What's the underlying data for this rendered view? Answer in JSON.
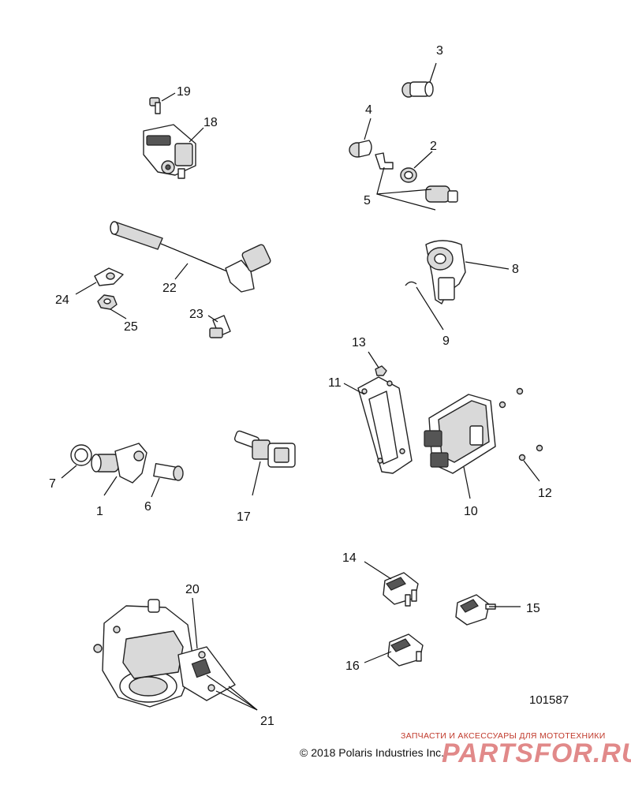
{
  "diagram": {
    "diagram_number": "101587",
    "copyright": "© 2018 Polaris Industries Inc.",
    "watermark_top": "ЗАПЧАСТИ И АКСЕССУАРЫ ДЛЯ МОТОТЕХНИКИ",
    "watermark_main": "PARTSFOR.RU",
    "callouts": [
      {
        "id": "c1",
        "label": "1"
      },
      {
        "id": "c2",
        "label": "2"
      },
      {
        "id": "c3",
        "label": "3"
      },
      {
        "id": "c4",
        "label": "4"
      },
      {
        "id": "c5",
        "label": "5"
      },
      {
        "id": "c6",
        "label": "6"
      },
      {
        "id": "c7",
        "label": "7"
      },
      {
        "id": "c8",
        "label": "8"
      },
      {
        "id": "c9",
        "label": "9"
      },
      {
        "id": "c10",
        "label": "10"
      },
      {
        "id": "c11",
        "label": "11"
      },
      {
        "id": "c12",
        "label": "12"
      },
      {
        "id": "c13",
        "label": "13"
      },
      {
        "id": "c14",
        "label": "14"
      },
      {
        "id": "c15",
        "label": "15"
      },
      {
        "id": "c16",
        "label": "16"
      },
      {
        "id": "c17",
        "label": "17"
      },
      {
        "id": "c18",
        "label": "18"
      },
      {
        "id": "c19",
        "label": "19"
      },
      {
        "id": "c20",
        "label": "20"
      },
      {
        "id": "c21",
        "label": "21"
      },
      {
        "id": "c22",
        "label": "22"
      },
      {
        "id": "c23",
        "label": "23"
      },
      {
        "id": "c24",
        "label": "24"
      },
      {
        "id": "c25",
        "label": "25"
      }
    ]
  }
}
